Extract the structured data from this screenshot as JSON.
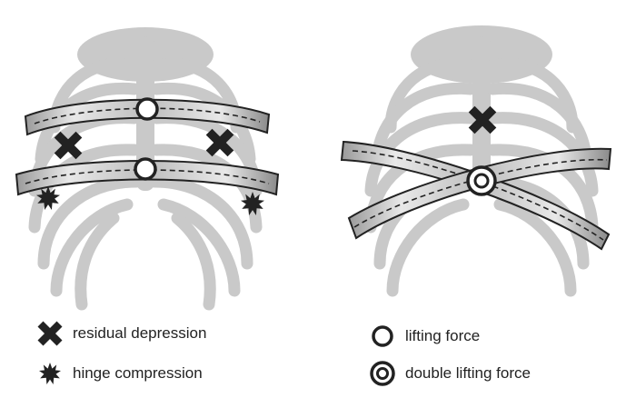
{
  "legend": {
    "residual_depression": "residual depression",
    "hinge_compression": "hinge compression",
    "lifting_force": "lifting force",
    "double_lifting_force": "double lifting force"
  },
  "colors": {
    "bone": "#c9c9c9",
    "marker": "#222222",
    "bar_light": "#e4e4e4",
    "bar_dark": "#8a8a8a"
  },
  "icons": [
    "x-mark-icon",
    "starburst-icon",
    "ring-icon",
    "double-ring-icon"
  ]
}
